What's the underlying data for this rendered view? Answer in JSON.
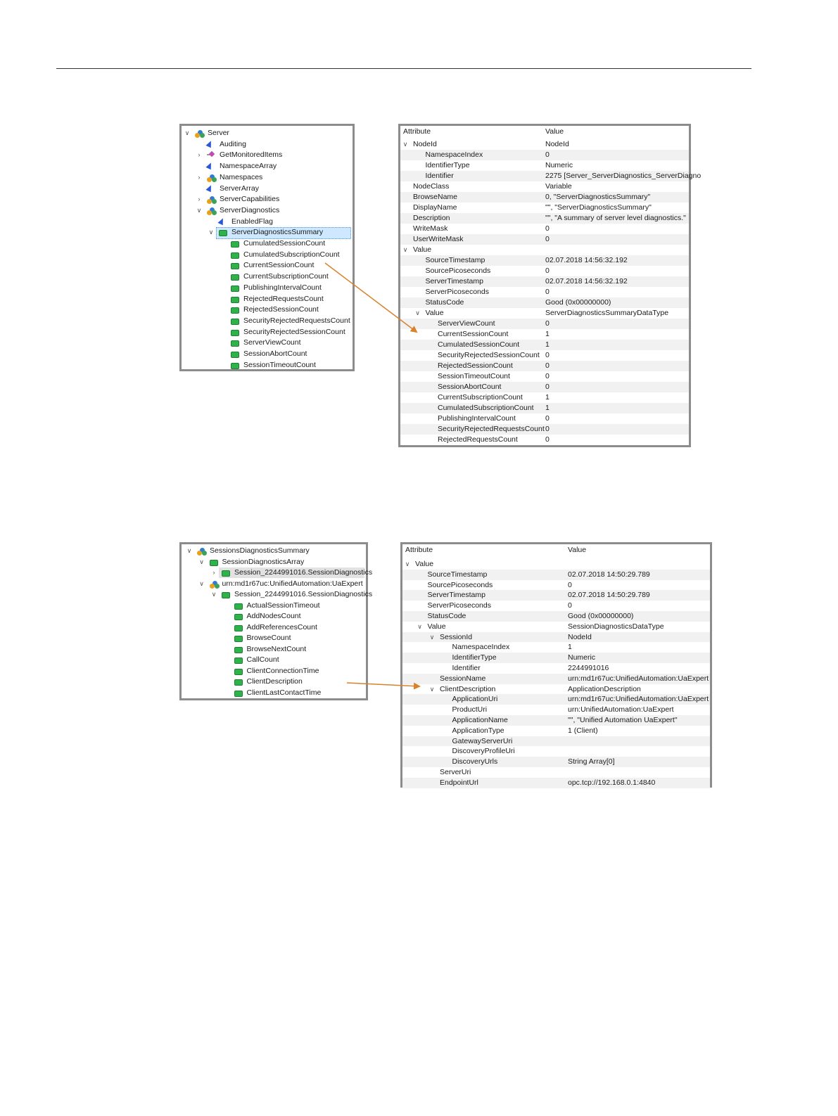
{
  "figure1": {
    "tree": [
      {
        "label": "Server",
        "icon": "object",
        "chevron": "down",
        "level": 0
      },
      {
        "label": "Auditing",
        "icon": "property",
        "chevron": "",
        "level": 1
      },
      {
        "label": "GetMonitoredItems",
        "icon": "method",
        "chevron": "right",
        "level": 1
      },
      {
        "label": "NamespaceArray",
        "icon": "property",
        "chevron": "",
        "level": 1
      },
      {
        "label": "Namespaces",
        "icon": "object",
        "chevron": "right",
        "level": 1
      },
      {
        "label": "ServerArray",
        "icon": "property",
        "chevron": "",
        "level": 1
      },
      {
        "label": "ServerCapabilities",
        "icon": "object",
        "chevron": "right",
        "level": 1
      },
      {
        "label": "ServerDiagnostics",
        "icon": "object",
        "chevron": "down",
        "level": 1
      },
      {
        "label": "EnabledFlag",
        "icon": "property",
        "chevron": "",
        "level": 2
      },
      {
        "label": "ServerDiagnosticsSummary",
        "icon": "variable",
        "chevron": "down",
        "level": 2,
        "selected": true
      },
      {
        "label": "CumulatedSessionCount",
        "icon": "variable",
        "chevron": "",
        "level": 3
      },
      {
        "label": "CumulatedSubscriptionCount",
        "icon": "variable",
        "chevron": "",
        "level": 3
      },
      {
        "label": "CurrentSessionCount",
        "icon": "variable",
        "chevron": "",
        "level": 3
      },
      {
        "label": "CurrentSubscriptionCount",
        "icon": "variable",
        "chevron": "",
        "level": 3
      },
      {
        "label": "PublishingIntervalCount",
        "icon": "variable",
        "chevron": "",
        "level": 3
      },
      {
        "label": "RejectedRequestsCount",
        "icon": "variable",
        "chevron": "",
        "level": 3
      },
      {
        "label": "RejectedSessionCount",
        "icon": "variable",
        "chevron": "",
        "level": 3
      },
      {
        "label": "SecurityRejectedRequestsCount",
        "icon": "variable",
        "chevron": "",
        "level": 3
      },
      {
        "label": "SecurityRejectedSessionCount",
        "icon": "variable",
        "chevron": "",
        "level": 3
      },
      {
        "label": "ServerViewCount",
        "icon": "variable",
        "chevron": "",
        "level": 3
      },
      {
        "label": "SessionAbortCount",
        "icon": "variable",
        "chevron": "",
        "level": 3
      },
      {
        "label": "SessionTimeoutCount",
        "icon": "variable",
        "chevron": "",
        "level": 3
      }
    ],
    "grid": {
      "headers": {
        "attribute": "Attribute",
        "value": "Value"
      },
      "rows": [
        {
          "attr": "NodeId",
          "value": "NodeId",
          "level": 0,
          "chevron": "down"
        },
        {
          "attr": "NamespaceIndex",
          "value": "0",
          "level": 1,
          "chevron": ""
        },
        {
          "attr": "IdentifierType",
          "value": "Numeric",
          "level": 1,
          "chevron": ""
        },
        {
          "attr": "Identifier",
          "value": "2275 [Server_ServerDiagnostics_ServerDiagno",
          "level": 1,
          "chevron": ""
        },
        {
          "attr": "NodeClass",
          "value": "Variable",
          "level": 0,
          "chevron": ""
        },
        {
          "attr": "BrowseName",
          "value": "0, \"ServerDiagnosticsSummary\"",
          "level": 0,
          "chevron": ""
        },
        {
          "attr": "DisplayName",
          "value": "\"\", \"ServerDiagnosticsSummary\"",
          "level": 0,
          "chevron": ""
        },
        {
          "attr": "Description",
          "value": "\"\", \"A summary of server level diagnostics.\"",
          "level": 0,
          "chevron": ""
        },
        {
          "attr": "WriteMask",
          "value": "0",
          "level": 0,
          "chevron": ""
        },
        {
          "attr": "UserWriteMask",
          "value": "0",
          "level": 0,
          "chevron": ""
        },
        {
          "attr": "Value",
          "value": "",
          "level": 0,
          "chevron": "down"
        },
        {
          "attr": "SourceTimestamp",
          "value": "02.07.2018 14:56:32.192",
          "level": 1,
          "chevron": ""
        },
        {
          "attr": "SourcePicoseconds",
          "value": "0",
          "level": 1,
          "chevron": ""
        },
        {
          "attr": "ServerTimestamp",
          "value": "02.07.2018 14:56:32.192",
          "level": 1,
          "chevron": ""
        },
        {
          "attr": "ServerPicoseconds",
          "value": "0",
          "level": 1,
          "chevron": ""
        },
        {
          "attr": "StatusCode",
          "value": "Good (0x00000000)",
          "level": 1,
          "chevron": ""
        },
        {
          "attr": "Value",
          "value": "ServerDiagnosticsSummaryDataType",
          "level": 1,
          "chevron": "down"
        },
        {
          "attr": "ServerViewCount",
          "value": "0",
          "level": 2,
          "chevron": ""
        },
        {
          "attr": "CurrentSessionCount",
          "value": "1",
          "level": 2,
          "chevron": ""
        },
        {
          "attr": "CumulatedSessionCount",
          "value": "1",
          "level": 2,
          "chevron": ""
        },
        {
          "attr": "SecurityRejectedSessionCount",
          "value": "0",
          "level": 2,
          "chevron": ""
        },
        {
          "attr": "RejectedSessionCount",
          "value": "0",
          "level": 2,
          "chevron": ""
        },
        {
          "attr": "SessionTimeoutCount",
          "value": "0",
          "level": 2,
          "chevron": ""
        },
        {
          "attr": "SessionAbortCount",
          "value": "0",
          "level": 2,
          "chevron": ""
        },
        {
          "attr": "CurrentSubscriptionCount",
          "value": "1",
          "level": 2,
          "chevron": ""
        },
        {
          "attr": "CumulatedSubscriptionCount",
          "value": "1",
          "level": 2,
          "chevron": ""
        },
        {
          "attr": "PublishingIntervalCount",
          "value": "0",
          "level": 2,
          "chevron": ""
        },
        {
          "attr": "SecurityRejectedRequestsCount",
          "value": "0",
          "level": 2,
          "chevron": ""
        },
        {
          "attr": "RejectedRequestsCount",
          "value": "0",
          "level": 2,
          "chevron": ""
        }
      ]
    }
  },
  "figure2": {
    "tree": [
      {
        "label": "SessionsDiagnosticsSummary",
        "icon": "object",
        "chevron": "down",
        "level": 0
      },
      {
        "label": "SessionDiagnosticsArray",
        "icon": "variable",
        "chevron": "down",
        "level": 1
      },
      {
        "label": "Session_2244991016.SessionDiagnostics",
        "icon": "variable",
        "chevron": "right",
        "level": 2,
        "hover": true
      },
      {
        "label": "urn:md1r67uc:UnifiedAutomation:UaExpert",
        "icon": "object",
        "chevron": "down",
        "level": 1
      },
      {
        "label": "Session_2244991016.SessionDiagnostics",
        "icon": "variable",
        "chevron": "down",
        "level": 2
      },
      {
        "label": "ActualSessionTimeout",
        "icon": "variable",
        "chevron": "",
        "level": 3
      },
      {
        "label": "AddNodesCount",
        "icon": "variable",
        "chevron": "",
        "level": 3
      },
      {
        "label": "AddReferencesCount",
        "icon": "variable",
        "chevron": "",
        "level": 3
      },
      {
        "label": "BrowseCount",
        "icon": "variable",
        "chevron": "",
        "level": 3
      },
      {
        "label": "BrowseNextCount",
        "icon": "variable",
        "chevron": "",
        "level": 3
      },
      {
        "label": "CallCount",
        "icon": "variable",
        "chevron": "",
        "level": 3
      },
      {
        "label": "ClientConnectionTime",
        "icon": "variable",
        "chevron": "",
        "level": 3
      },
      {
        "label": "ClientDescription",
        "icon": "variable",
        "chevron": "",
        "level": 3
      },
      {
        "label": "ClientLastContactTime",
        "icon": "variable",
        "chevron": "",
        "level": 3
      }
    ],
    "grid": {
      "headers": {
        "attribute": "Attribute",
        "value": "Value"
      },
      "rows": [
        {
          "attr": "Value",
          "value": "",
          "level": 0,
          "chevron": "down"
        },
        {
          "attr": "SourceTimestamp",
          "value": "02.07.2018 14:50:29.789",
          "level": 1,
          "chevron": ""
        },
        {
          "attr": "SourcePicoseconds",
          "value": "0",
          "level": 1,
          "chevron": ""
        },
        {
          "attr": "ServerTimestamp",
          "value": "02.07.2018 14:50:29.789",
          "level": 1,
          "chevron": ""
        },
        {
          "attr": "ServerPicoseconds",
          "value": "0",
          "level": 1,
          "chevron": ""
        },
        {
          "attr": "StatusCode",
          "value": "Good (0x00000000)",
          "level": 1,
          "chevron": ""
        },
        {
          "attr": "Value",
          "value": "SessionDiagnosticsDataType",
          "level": 1,
          "chevron": "down"
        },
        {
          "attr": "SessionId",
          "value": "NodeId",
          "level": 2,
          "chevron": "down"
        },
        {
          "attr": "NamespaceIndex",
          "value": "1",
          "level": 3,
          "chevron": ""
        },
        {
          "attr": "IdentifierType",
          "value": "Numeric",
          "level": 3,
          "chevron": ""
        },
        {
          "attr": "Identifier",
          "value": "2244991016",
          "level": 3,
          "chevron": ""
        },
        {
          "attr": "SessionName",
          "value": "urn:md1r67uc:UnifiedAutomation:UaExpert",
          "level": 2,
          "chevron": ""
        },
        {
          "attr": "ClientDescription",
          "value": "ApplicationDescription",
          "level": 2,
          "chevron": "down"
        },
        {
          "attr": "ApplicationUri",
          "value": "urn:md1r67uc:UnifiedAutomation:UaExpert",
          "level": 3,
          "chevron": ""
        },
        {
          "attr": "ProductUri",
          "value": "urn:UnifiedAutomation:UaExpert",
          "level": 3,
          "chevron": ""
        },
        {
          "attr": "ApplicationName",
          "value": "\"\", \"Unified Automation UaExpert\"",
          "level": 3,
          "chevron": ""
        },
        {
          "attr": "ApplicationType",
          "value": "1 (Client)",
          "level": 3,
          "chevron": ""
        },
        {
          "attr": "GatewayServerUri",
          "value": "",
          "level": 3,
          "chevron": ""
        },
        {
          "attr": "DiscoveryProfileUri",
          "value": "",
          "level": 3,
          "chevron": ""
        },
        {
          "attr": "DiscoveryUrls",
          "value": "String Array[0]",
          "level": 3,
          "chevron": ""
        },
        {
          "attr": "ServerUri",
          "value": "",
          "level": 2,
          "chevron": ""
        },
        {
          "attr": "EndpointUrl",
          "value": "opc.tcp://192.168.0.1:4840",
          "level": 2,
          "chevron": ""
        }
      ]
    }
  },
  "colors": {
    "arrow": "#d9822b",
    "selection": "#cde8ff",
    "panel_border": "#8c8c8c",
    "alt_row": "#f1f1f1"
  }
}
